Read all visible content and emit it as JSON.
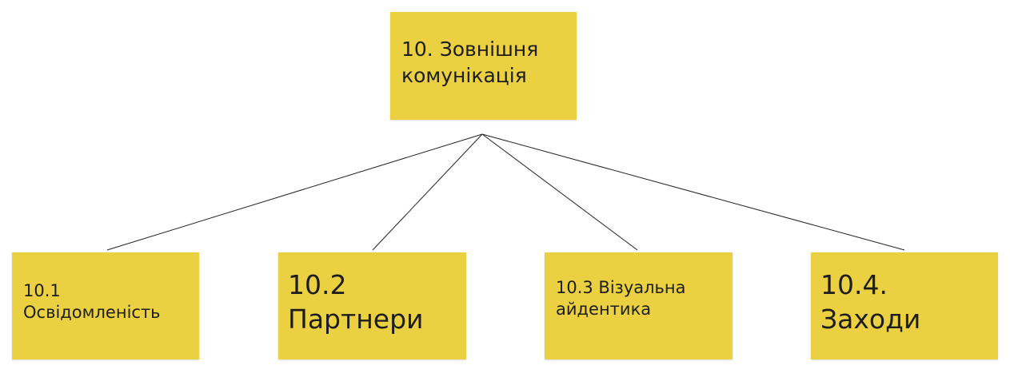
{
  "root": {
    "line1": "10. Зовнішня",
    "line2": "комунікація"
  },
  "children": [
    {
      "line1": "10.1",
      "line2": "Освідомленість"
    },
    {
      "line1": "10.2",
      "line2": "Партнери"
    },
    {
      "line1": "10.3 Візуальна",
      "line2": "айдентика"
    },
    {
      "line1": "10.4.",
      "line2": "Заходи"
    }
  ],
  "colors": {
    "note": "#ebd142",
    "connector": "#222222"
  }
}
